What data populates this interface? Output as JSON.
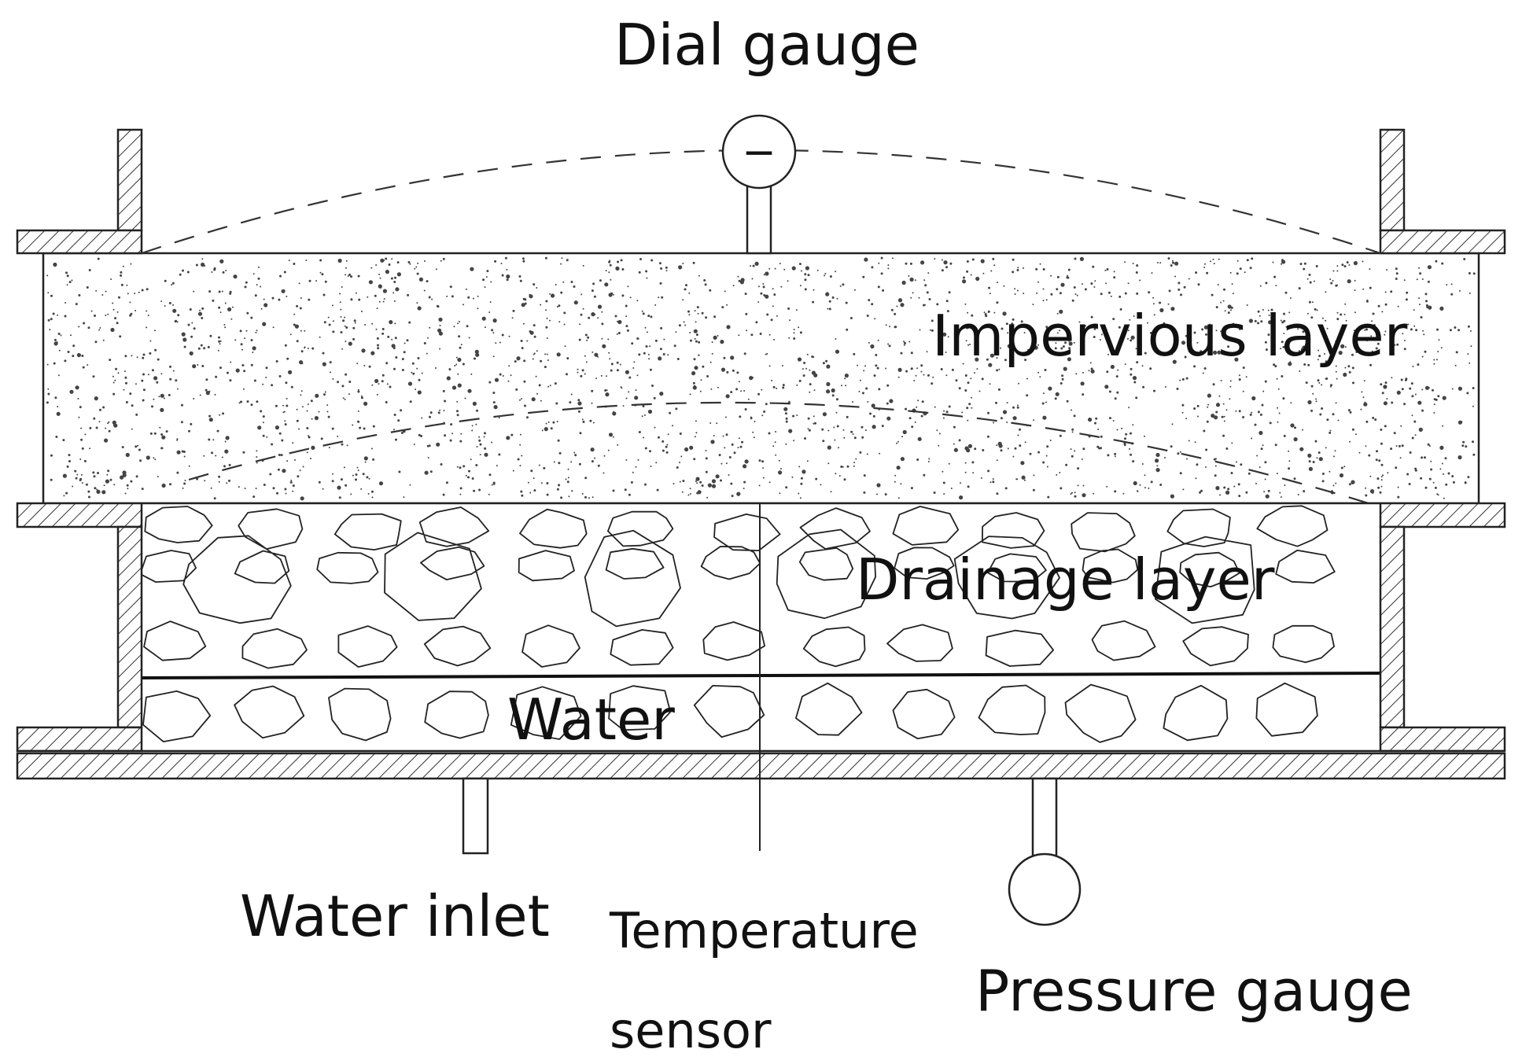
{
  "labels": {
    "dial_gauge": "Dial gauge",
    "impervious_layer": "Impervious layer",
    "drainage_layer": "Drainage layer",
    "water": "Water",
    "water_inlet": "Water inlet",
    "temperature_sensor_line1": "Temperature",
    "temperature_sensor_line2": "sensor",
    "pressure_gauge": "Pressure gauge"
  },
  "dial_gauge_face_symbol": "−"
}
